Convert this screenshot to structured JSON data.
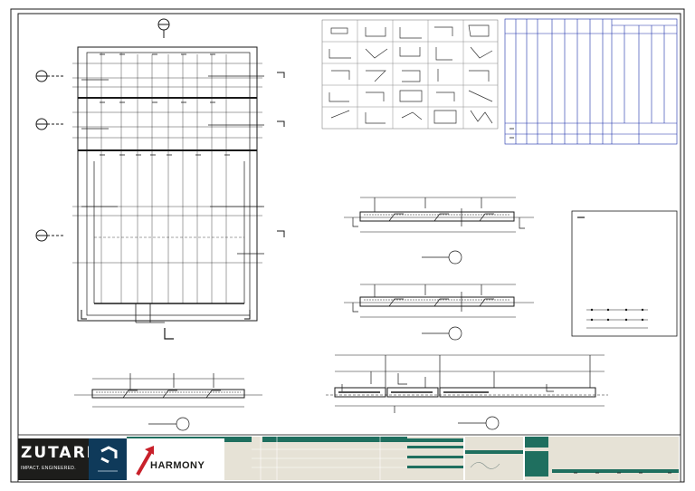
{
  "branding": {
    "firm_name": "ZUTARI",
    "firm_tagline": "IMPACT. ENGINEERED.",
    "project_logo_text": "HARMONY",
    "colors": {
      "title_block_green": "#1f6f5f",
      "client_blue": "#0f3a5a",
      "line": "#1a1a1a",
      "layout_blue": "#1c2fa8"
    }
  },
  "icons": [
    "section-marker-icon",
    "client-logo-icon",
    "harmony-arrow-icon",
    "signature-mark"
  ]
}
